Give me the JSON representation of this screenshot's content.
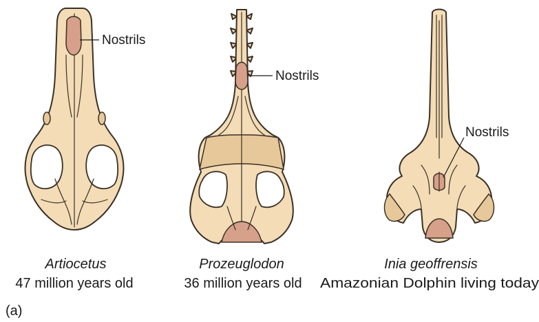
{
  "skulls": [
    {
      "species": "Artiocetus",
      "age": "47 million years old",
      "nostril_label": "Nostrils"
    },
    {
      "species": "Prozeuglodon",
      "age": "36 million years old",
      "nostril_label": "Nostrils"
    },
    {
      "species": "Inia geoffrensis",
      "age": "Amazonian Dolphin living today",
      "nostril_label": "Nostrils"
    }
  ],
  "panel_label": "(a)",
  "colors": {
    "bone": "#f3dcb6",
    "nostril": "#d6a08a",
    "outline": "#3a3026"
  }
}
